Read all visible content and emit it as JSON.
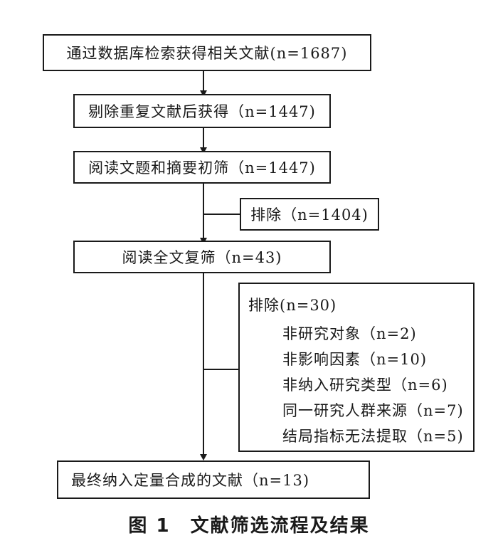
{
  "flowchart": {
    "step1": "通过数据库检索获得相关文献(n=1687)",
    "step2": "剔除重复文献后获得（n=1447)",
    "step3": "阅读文题和摘要初筛（n=1447)",
    "exclude1": "排除（n=1404)",
    "step4": "阅读全文复筛（n=43)",
    "exclude2": {
      "title": "排除(n=30)",
      "reasons": [
        "非研究对象（n=2)",
        "非影响因素（n=10)",
        "非纳入研究类型（n=6)",
        "同一研究人群来源（n=7)",
        "结局指标无法提取（n=5)"
      ]
    },
    "final": "最终纳入定量合成的文献（n=13)"
  },
  "caption": "图 1　文献筛选流程及结果"
}
